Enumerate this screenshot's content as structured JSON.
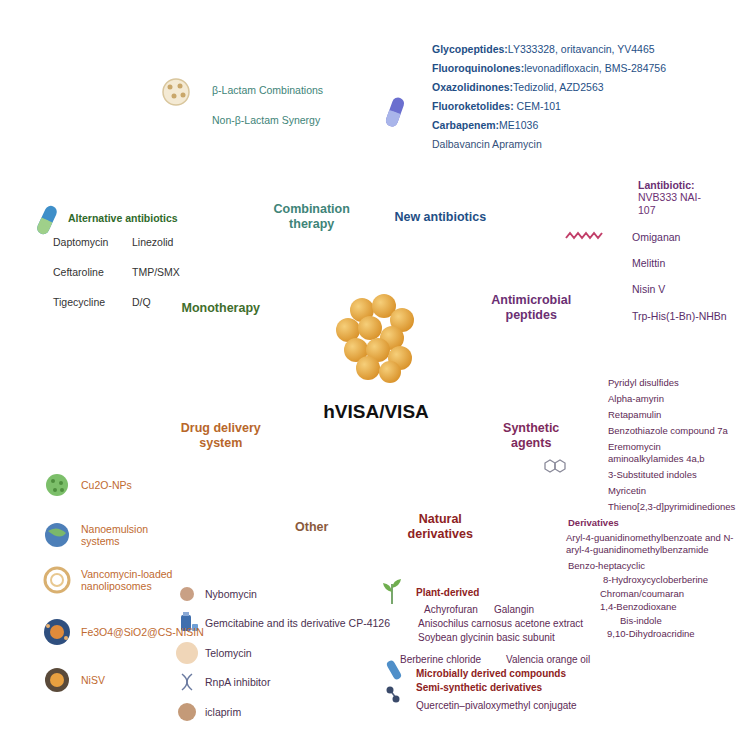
{
  "diagram": {
    "nodes": [
      {
        "text": [
          "β-Lactam Combinations",
          "Non-β-Lactam Synergy"
        ]
      },
      {
        "text": [
          "Glycopeptides:LY333328, oritavancin, YV4465",
          "Fluoroquinolones:levonadifloxacin, BMS-284756",
          "Oxazolidinones:Tedizolid, AZD2563",
          "Fluoroketolides: CEM-101",
          "Carbapenem:ME1036",
          "Dalbavancin Apramycin"
        ]
      },
      {
        "text": [
          "Lantibiotic: NVB333 NAI-107",
          "Omiganan",
          "Melittin",
          "Nisin V",
          "Trp-His(1-Bn)-NHBn"
        ]
      },
      {
        "text": [
          "Pyridyl disulfides",
          "Alpha-amyrin",
          "Retapamulin",
          "Benzothiazole compound 7a",
          "Eremomycin aminoalkylamides 4a,b",
          "3-Substituted indoles",
          "Myricetin",
          "Thieno[2,3-d]pyrimidinediones",
          "Derivatives",
          "Aryl-4-guanidinomethylbenzoate and N-aryl-4-guanidinomethylbenzamide",
          "Benzo-heptacyclic",
          "8-Hydroxycycloberberine",
          "Chroman/coumaran",
          "1,4-Benzodioxane",
          "Bis-indole",
          "9,10-Dihydroacridine"
        ]
      },
      {
        "text": [
          "Plant-derived",
          "Achyrofuran",
          "Galangin",
          "Anisochilus carnosus acetone extract",
          "Soybean glycinin basic subunit",
          "Berberine chloride",
          "Valencia orange oil",
          "Microbially derived compounds",
          "Semi-synthetic derivatives",
          "Quercetin–pivaloxymethyl conjugate"
        ]
      },
      {
        "text": [
          "Nybomycin",
          "Gemcitabine and its derivative CP-4126",
          "Telomycin",
          "RnpA inhibitor",
          "iclaprim"
        ]
      },
      {
        "text": [
          "Cu2O-NPs",
          "Nanoemulsion systems",
          "Vancomycin-loaded nanoliposomes",
          "Fe3O4@SiO2@CS-NISIN",
          "NiSV"
        ]
      },
      {
        "text": [
          "Alternative antibiotics",
          "Daptomycin",
          "Linezolid",
          "Ceftaroline",
          "TMP/SMX",
          "Tigecycline",
          "D/Q"
        ]
      },
      {
        "text": [
          "Combination therapy"
        ]
      },
      {
        "text": [
          "New antibiotics"
        ]
      },
      {
        "text": [
          "Antimicrobial peptides"
        ]
      },
      {
        "text": [
          "Synthetic agents"
        ]
      },
      {
        "text": [
          "Natural derivatives"
        ]
      },
      {
        "text": [
          "Other"
        ]
      },
      {
        "text": [
          "Drug delivery system"
        ]
      },
      {
        "text": [
          "Monotherapy"
        ]
      },
      {
        "text": [
          "hVISA/VISA"
        ]
      }
    ]
  }
}
